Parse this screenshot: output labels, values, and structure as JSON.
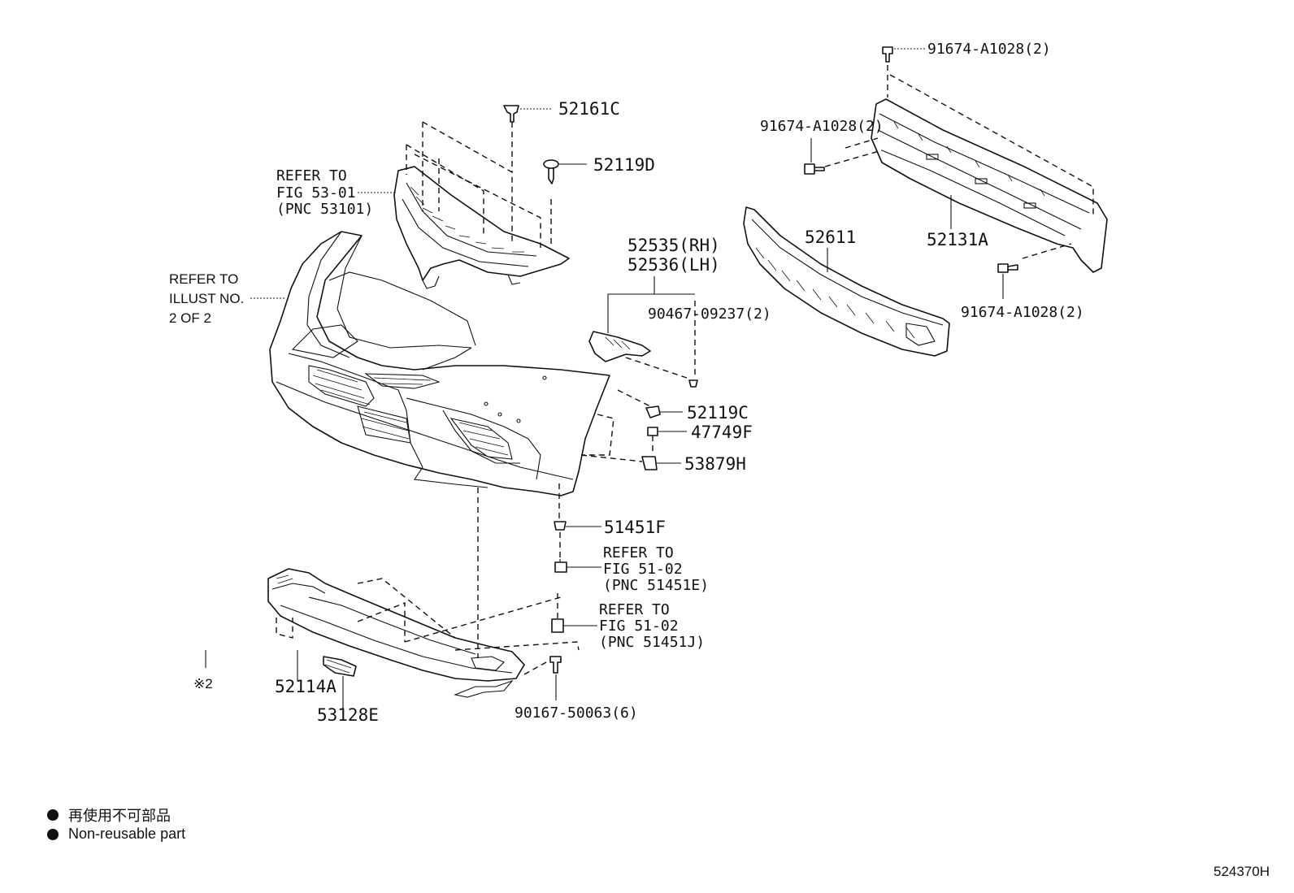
{
  "labels": {
    "p52161c": "52161C",
    "p52119d": "52119D",
    "refer_fig5301_1": "REFER TO",
    "refer_fig5301_2": "FIG 53-01",
    "refer_fig5301_3": "(PNC 53101)",
    "refer_illust_1": "REFER TO",
    "refer_illust_2": "ILLUST NO.",
    "refer_illust_3": "2 OF 2",
    "p52535": "52535(RH)",
    "p52536": "52536(LH)",
    "p90467": "90467-09237(2)",
    "p52119c": "52119C",
    "p47749f": "47749F",
    "p53879h": "53879H",
    "p51451f": "51451F",
    "refer_fig5102a_1": "REFER TO",
    "refer_fig5102a_2": "FIG 51-02",
    "refer_fig5102a_3": "(PNC 51451E)",
    "refer_fig5102b_1": "REFER TO",
    "refer_fig5102b_2": "FIG 51-02",
    "refer_fig5102b_3": "(PNC 51451J)",
    "p52114a": "52114A",
    "p53128e": "53128E",
    "p90167": "90167-50063(6)",
    "note2": "※2",
    "p91674_top": "91674-A1028(2)",
    "p91674_left": "91674-A1028(2)",
    "p91674_bottom": "91674-A1028(2)",
    "p52611": "52611",
    "p52131a": "52131A"
  },
  "legend": {
    "line1": "再使用不可部品",
    "line2": "Non-reusable part"
  },
  "figure_id": "524370H"
}
